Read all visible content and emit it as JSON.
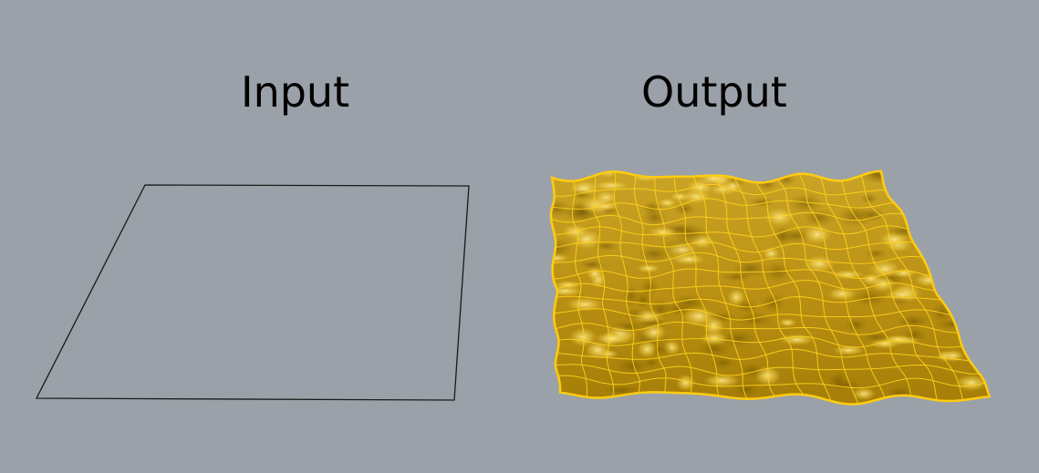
{
  "labels": {
    "input": "Input",
    "output": "Output"
  },
  "colors": {
    "background": "#9ba1a8",
    "input_outline": "#1a1a1a",
    "surface_fill": "#c9a21e",
    "surface_highlight": "#f2d457",
    "surface_shadow": "#7d5f00",
    "surface_wire": "#ffd21c"
  },
  "panels": [
    {
      "name": "input",
      "icon": "flat-plane-outline"
    },
    {
      "name": "output",
      "icon": "displaced-wavy-surface"
    }
  ]
}
